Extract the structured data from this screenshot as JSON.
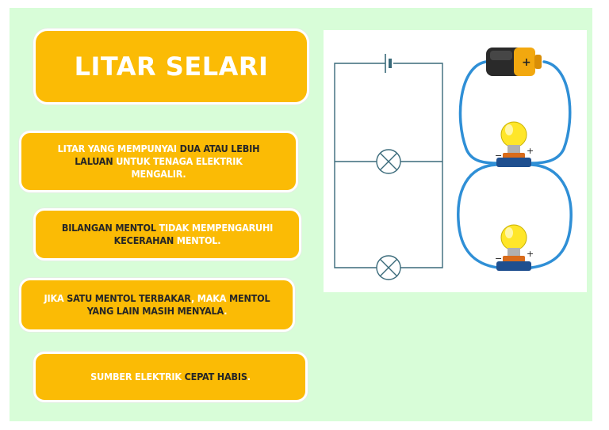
{
  "title": "LITAR SELARI",
  "facts": [
    {
      "lines": [
        [
          {
            "t": "LITAR YANG MEMPUNYAI ",
            "c": "w"
          },
          {
            "t": "DUA ATAU LEBIH",
            "c": "k"
          }
        ],
        [
          {
            "t": "LALUAN ",
            "c": "k"
          },
          {
            "t": "UNTUK TENAGA ELEKTRIK",
            "c": "w"
          }
        ],
        [
          {
            "t": "MENGALIR.",
            "c": "w"
          }
        ]
      ]
    },
    {
      "lines": [
        [
          {
            "t": "BILANGAN MENTOL ",
            "c": "k"
          },
          {
            "t": "TIDAK MEMPENGARUHI",
            "c": "w"
          }
        ],
        [
          {
            "t": "KECERAHAN ",
            "c": "k"
          },
          {
            "t": "MENTOL.",
            "c": "w"
          }
        ]
      ]
    },
    {
      "lines": [
        [
          {
            "t": "JIKA ",
            "c": "w"
          },
          {
            "t": "SATU MENTOL TERBAKAR",
            "c": "k"
          },
          {
            "t": ", ",
            "c": "w"
          },
          {
            "t": "MAKA ",
            "c": "w"
          },
          {
            "t": "MENTOL",
            "c": "k"
          }
        ],
        [
          {
            "t": "YANG LAIN MASIH MENYALA",
            "c": "k"
          },
          {
            "t": ".",
            "c": "w"
          }
        ]
      ]
    },
    {
      "lines": [
        [
          {
            "t": "SUMBER ELEKTRIK ",
            "c": "w"
          },
          {
            "t": "CEPAT HABIS",
            "c": "k"
          },
          {
            "t": ".",
            "c": "w"
          }
        ]
      ]
    }
  ],
  "diagram": {
    "battery_plus": "+",
    "bulb_minus": "−",
    "bulb_plus": "+",
    "colors": {
      "wire": "#2f8fd6",
      "schematic": "#3a6a7a",
      "bulb": "#ffe629",
      "base": "#1f4f8f",
      "battery_cap": "#f2a80f"
    }
  }
}
